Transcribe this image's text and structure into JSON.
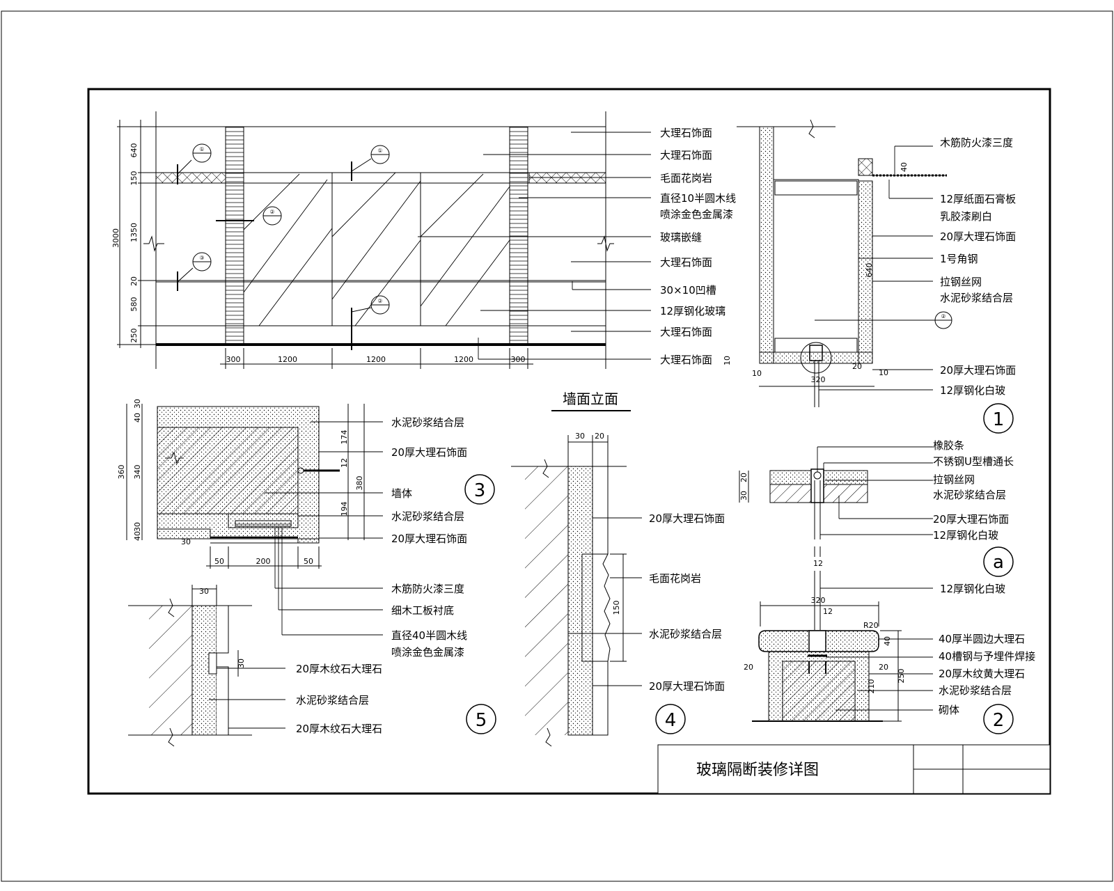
{
  "drawing_title": "玻璃隔断装修详图",
  "elevation": {
    "title": "墙面立面",
    "labels": [
      "大理石饰面",
      "大理石饰面",
      "毛面花岗岩",
      "直径10半圆木线",
      "喷涂金色金属漆",
      "玻璃嵌缝",
      "大理石饰面",
      "30×10凹槽",
      "12厚钢化玻璃",
      "大理石饰面",
      "大理石饰面"
    ],
    "dims_bottom": [
      "300",
      "1200",
      "1200",
      "1200",
      "300"
    ],
    "dims_left_total": "3000",
    "dims_left": [
      "640",
      "150",
      "1350",
      "20",
      "580",
      "250"
    ],
    "callouts": [
      "①",
      "①",
      "②",
      "③",
      "②"
    ]
  },
  "detail1": {
    "id": "1",
    "labels": [
      "木筋防火漆三度",
      "12厚纸面石膏板",
      "乳胶漆刷白",
      "20厚大理石饰面",
      "1号角钢",
      "拉钢丝网",
      "水泥砂浆结合层",
      "20厚大理石饰面",
      "12厚钢化白玻"
    ],
    "dims": [
      "40",
      "640",
      "10",
      "10",
      "320",
      "20",
      "10"
    ],
    "callout": "②"
  },
  "detail3": {
    "id": "3",
    "labels": [
      "水泥砂浆结合层",
      "20厚大理石饰面",
      "墙体",
      "水泥砂浆结合层",
      "20厚大理石饰面",
      "木筋防火漆三度",
      "细木工板衬底",
      "直径40半圆木线",
      "喷涂金色金属漆"
    ],
    "dims_left": [
      "40",
      "30",
      "360",
      "340",
      "30",
      "40"
    ],
    "dims_right": [
      "174",
      "12",
      "380",
      "194"
    ],
    "dims_bottom": [
      "50",
      "200",
      "50"
    ],
    "dim_small": "30"
  },
  "detail4": {
    "id": "4",
    "labels": [
      "20厚大理石饰面",
      "毛面花岗岩",
      "水泥砂浆结合层",
      "20厚大理石饰面"
    ],
    "dims": [
      "30",
      "20",
      "150"
    ]
  },
  "detail5": {
    "id": "5",
    "labels": [
      "20厚木纹石大理石",
      "水泥砂浆结合层",
      "20厚木纹石大理石"
    ],
    "dims": [
      "30",
      "30"
    ]
  },
  "detailA": {
    "id": "a",
    "labels": [
      "橡胶条",
      "不锈钢U型槽通长",
      "拉钢丝网",
      "水泥砂浆结合层",
      "20厚大理石饰面",
      "12厚钢化白玻"
    ],
    "dims": [
      "30",
      "20",
      "12"
    ]
  },
  "detail2": {
    "id": "2",
    "labels": [
      "12厚钢化白玻",
      "40厚半圆边大理石",
      "40槽钢与予埋件焊接",
      "20厚木纹黄大理石",
      "水泥砂浆结合层",
      "砌体"
    ],
    "dims": [
      "320",
      "12",
      "R20",
      "40",
      "20",
      "20",
      "210",
      "250"
    ]
  }
}
